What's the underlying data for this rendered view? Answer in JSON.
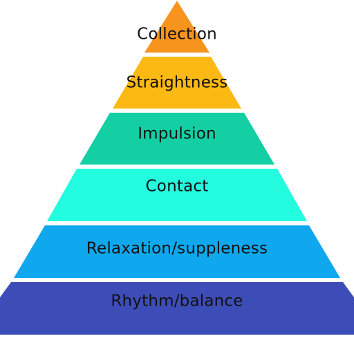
{
  "pyramid": {
    "tiers": [
      {
        "label": "Collection",
        "color": "#F7941D"
      },
      {
        "label": "Straightness",
        "color": "#FDB913"
      },
      {
        "label": "Impulsion",
        "color": "#13CFA3"
      },
      {
        "label": "Contact",
        "color": "#24FCE0"
      },
      {
        "label": "Relaxation/suppleness",
        "color": "#0FA8EF"
      },
      {
        "label": "Rhythm/balance",
        "color": "#3D4DB7"
      }
    ]
  }
}
